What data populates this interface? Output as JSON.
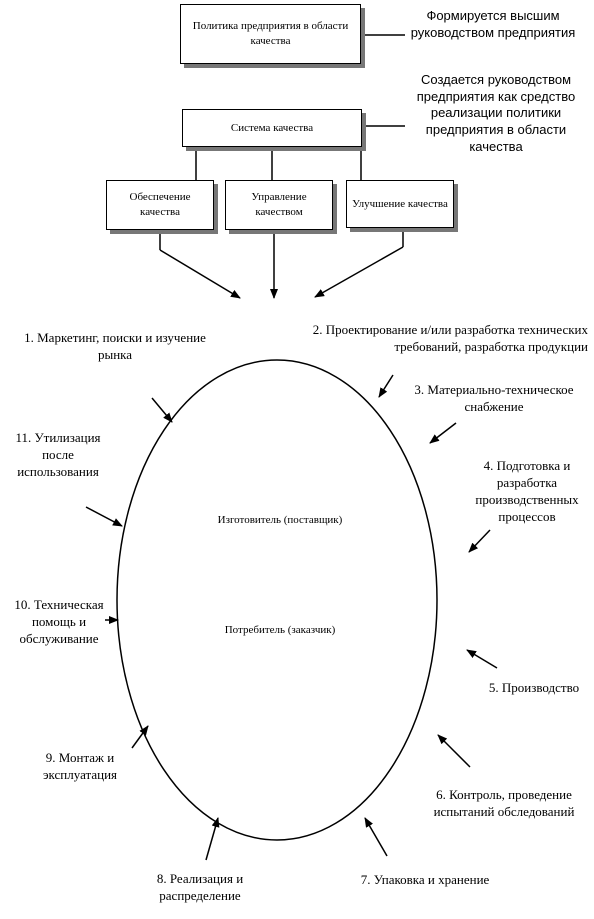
{
  "top": {
    "policy_box": "Политика предприятия в области качества",
    "policy_note": "Формируется высшим руководством предприятия",
    "system_box": "Система качества",
    "system_note": "Создается руководством предприятия как средство реализации политики предприятия в области качества",
    "sub_boxes": [
      "Обеспечение качества",
      "Управление качеством",
      "Улучшение качества"
    ]
  },
  "circle": {
    "inner_top": "Изготовитель (поставщик)",
    "inner_bottom": "Потребитель (заказчик)"
  },
  "stages": [
    "1. Маркетинг, поиски и изучение рынка",
    "2. Проектирование и/или разработка технических требований, разработка продукции",
    "3. Материально-техническое снабжение",
    "4. Подготовка и разработка производственных процессов",
    "5. Производство",
    "6. Контроль, проведение испытаний обследований",
    "7. Упаковка и хранение",
    "8. Реализация и распределение",
    "9. Монтаж и эксплуатация",
    "10. Техническая помощь и обслуживание",
    "11. Утилизация после использования"
  ]
}
